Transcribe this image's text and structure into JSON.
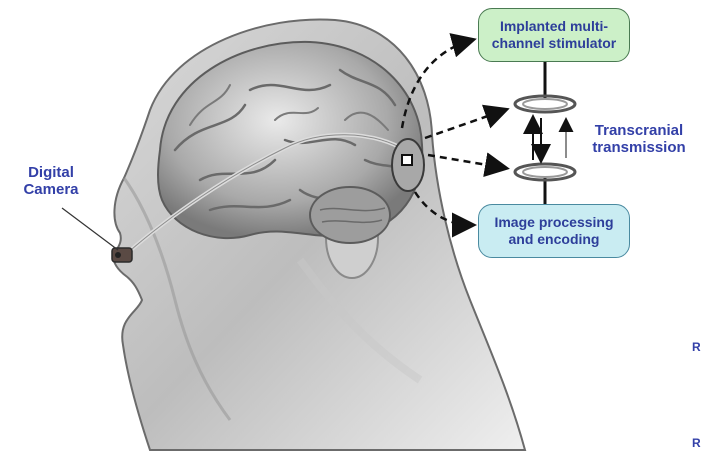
{
  "labels": {
    "camera_line1": "Digital",
    "camera_line2": "Camera",
    "stimulator_line1": "Implanted multi-",
    "stimulator_line2": "channel stimulator",
    "transmission_line1": "Transcranial",
    "transmission_line2": "transmission",
    "processing_line1": "Image processing",
    "processing_line2": "and encoding"
  },
  "edge_marks": [
    "R",
    "R"
  ],
  "colors": {
    "label_text": "#3340a8",
    "stimulator_fill": "#ccf0c8",
    "processing_fill": "#c9ecf2",
    "arrow": "#111111",
    "coil": "#555555"
  }
}
